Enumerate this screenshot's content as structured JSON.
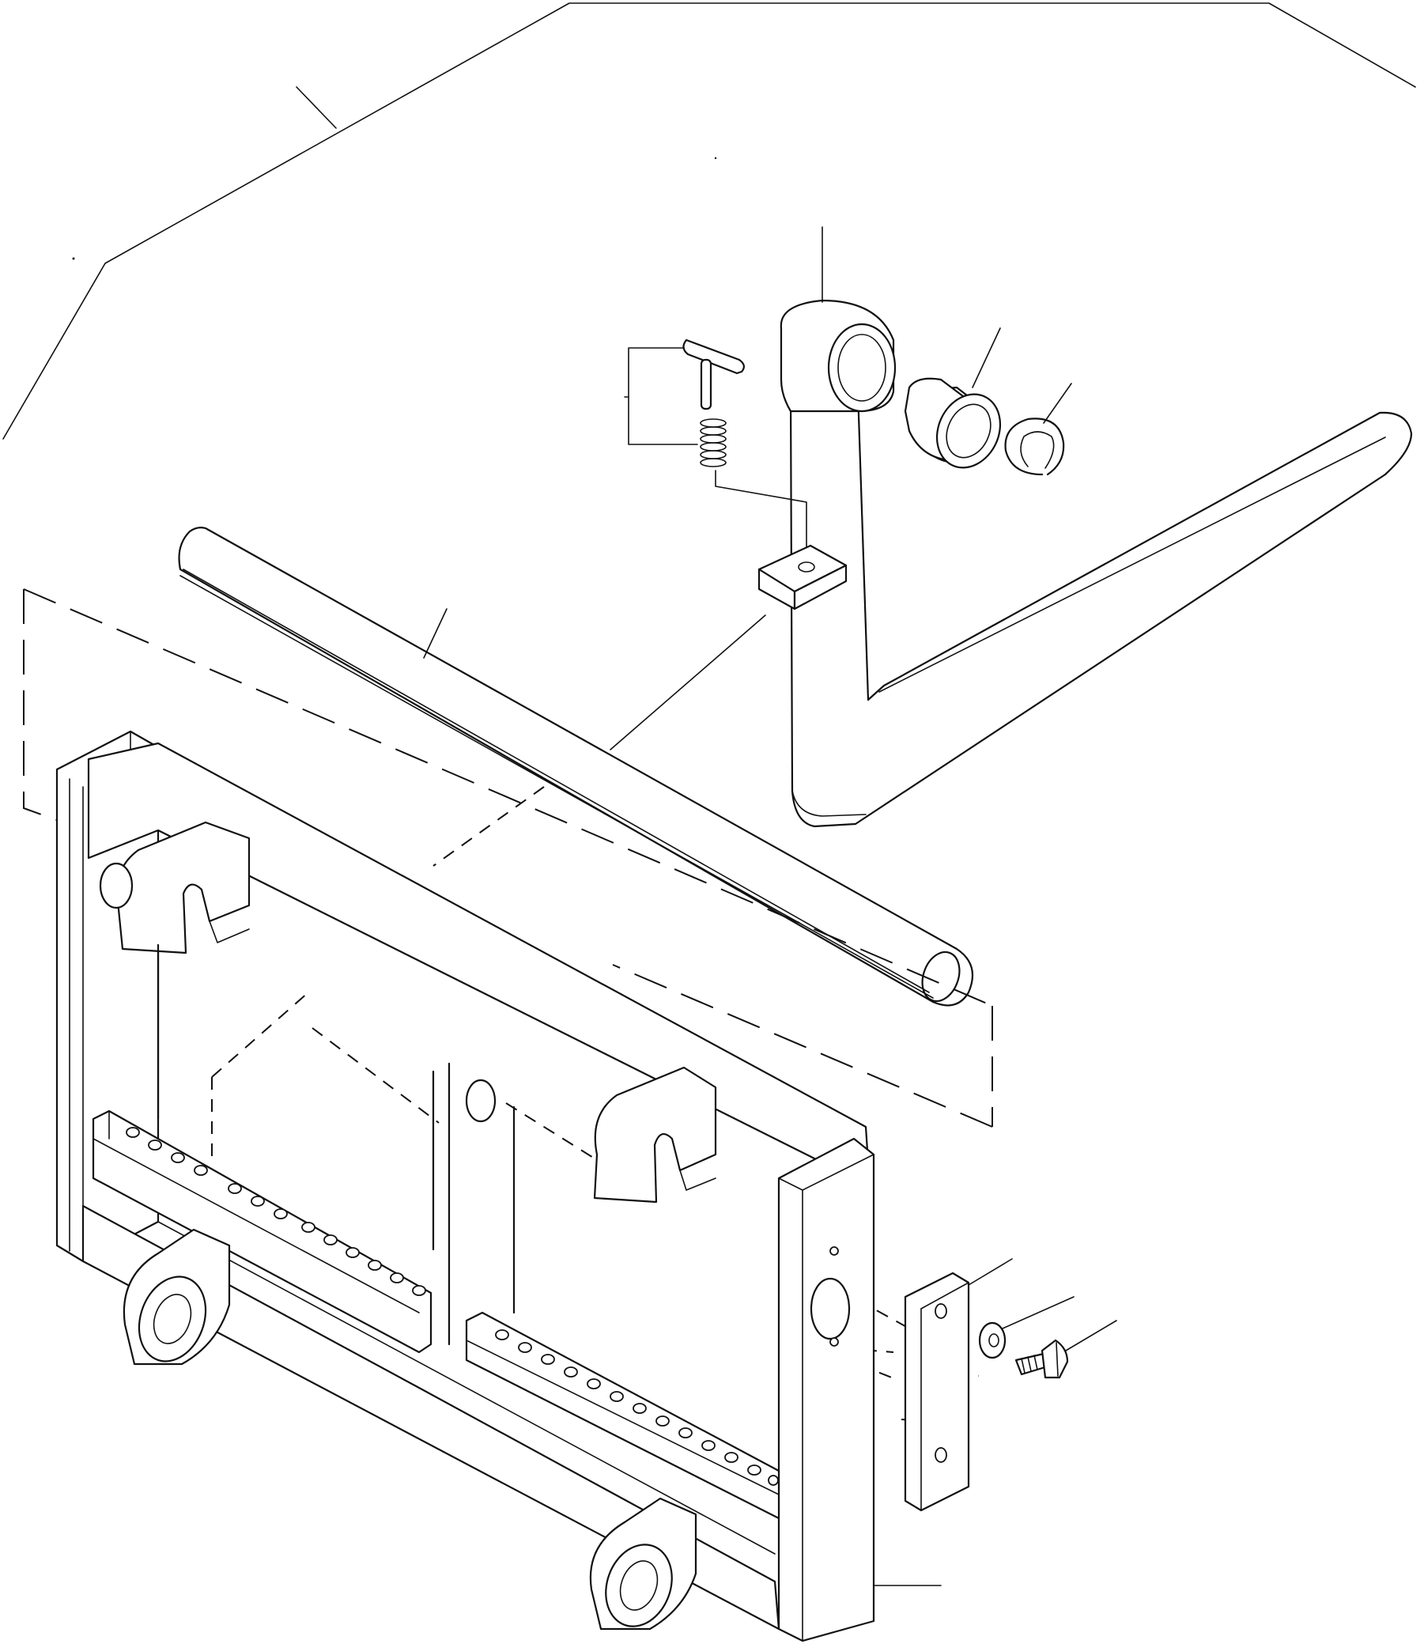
{
  "figure": {
    "background": "#ffffff",
    "line_color": "#111111",
    "labels": [],
    "components": [
      "fork-carriage-frame",
      "fork-shaft",
      "fork",
      "fork-bushing",
      "snap-ring",
      "lock-pin",
      "lock-spring",
      "lock-block",
      "side-plate",
      "washer",
      "bolt"
    ]
  }
}
